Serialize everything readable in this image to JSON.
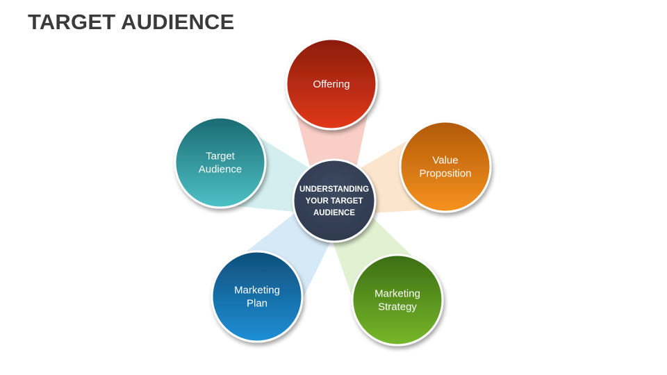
{
  "title": "TARGET AUDIENCE",
  "center": {
    "lines": [
      "UNDERSTANDING",
      "YOUR TARGET",
      "AUDIENCE"
    ]
  },
  "nodes": [
    {
      "lines": [
        "Offering"
      ],
      "color_top": "#8a1d0b",
      "color_bottom": "#e2381a",
      "beam": "#f7c6bc"
    },
    {
      "lines": [
        "Value",
        "Proposition"
      ],
      "color_top": "#b25a08",
      "color_bottom": "#f6921e",
      "beam": "#fce1c4"
    },
    {
      "lines": [
        "Marketing",
        "Strategy"
      ],
      "color_top": "#3c6e14",
      "color_bottom": "#77b82a",
      "beam": "#dcefc9"
    },
    {
      "lines": [
        "Marketing",
        "Plan"
      ],
      "color_top": "#0f4f7a",
      "color_bottom": "#1f8fd6",
      "beam": "#cfe5f6"
    },
    {
      "lines": [
        "Target",
        "Audience"
      ],
      "color_top": "#1a6b72",
      "color_bottom": "#4ec2c7",
      "beam": "#cdebec"
    }
  ],
  "center_color": "#2e3a4f"
}
